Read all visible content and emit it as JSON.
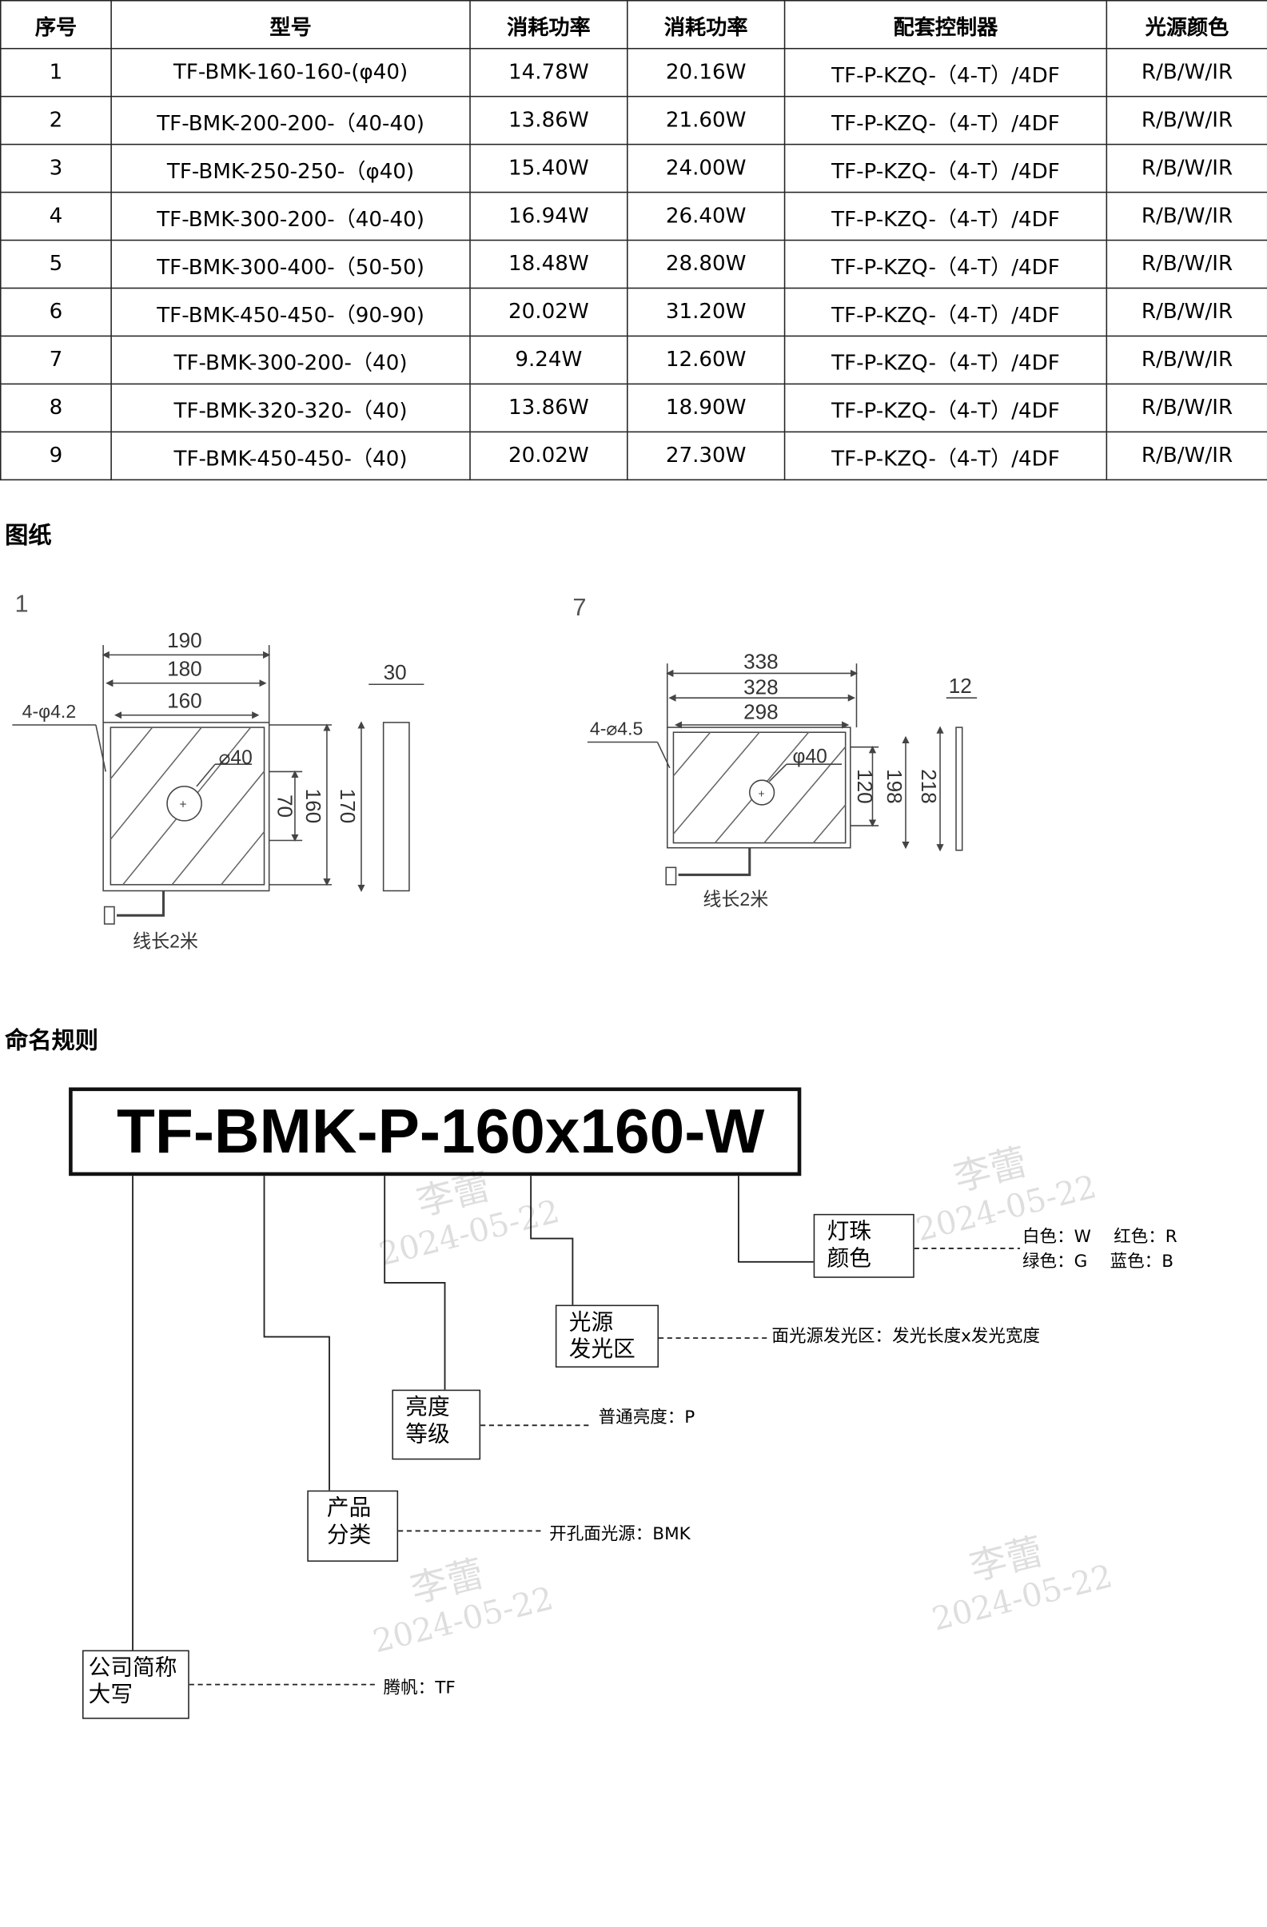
{
  "table": {
    "headers": [
      "序号",
      "型号",
      "消耗功率",
      "消耗功率",
      "配套控制器",
      "光源颜色"
    ],
    "rows": [
      [
        "1",
        "TF-BMK-160-160-(φ40)",
        "14.78W",
        "20.16W",
        "TF-P-KZQ-（4-T）/4DF",
        "R/B/W/IR"
      ],
      [
        "2",
        "TF-BMK-200-200-（40-40)",
        "13.86W",
        "21.60W",
        "TF-P-KZQ-（4-T）/4DF",
        "R/B/W/IR"
      ],
      [
        "3",
        "TF-BMK-250-250-（φ40)",
        "15.40W",
        "24.00W",
        "TF-P-KZQ-（4-T）/4DF",
        "R/B/W/IR"
      ],
      [
        "4",
        "TF-BMK-300-200-（40-40)",
        "16.94W",
        "26.40W",
        "TF-P-KZQ-（4-T）/4DF",
        "R/B/W/IR"
      ],
      [
        "5",
        "TF-BMK-300-400-（50-50)",
        "18.48W",
        "28.80W",
        "TF-P-KZQ-（4-T）/4DF",
        "R/B/W/IR"
      ],
      [
        "6",
        "TF-BMK-450-450-（90-90)",
        "20.02W",
        "31.20W",
        "TF-P-KZQ-（4-T）/4DF",
        "R/B/W/IR"
      ],
      [
        "7",
        "TF-BMK-300-200-（40)",
        "9.24W",
        "12.60W",
        "TF-P-KZQ-（4-T）/4DF",
        "R/B/W/IR"
      ],
      [
        "8",
        "TF-BMK-320-320-（40)",
        "13.86W",
        "18.90W",
        "TF-P-KZQ-（4-T）/4DF",
        "R/B/W/IR"
      ],
      [
        "9",
        "TF-BMK-450-450-（40)",
        "20.02W",
        "27.30W",
        "TF-P-KZQ-（4-T）/4DF",
        "R/B/W/IR"
      ]
    ]
  },
  "drawings": {
    "title": "图纸",
    "d1": {
      "label": "1",
      "w_outer": "190",
      "w_mid": "180",
      "w_inner": "160",
      "holes": "4-φ4.2",
      "circle": "⌀40",
      "h_inner": "70",
      "h_mid": "160",
      "h_outer": "170",
      "depth": "30",
      "cable": "线长2米"
    },
    "d7": {
      "label": "7",
      "w_outer": "338",
      "w_mid": "328",
      "w_inner": "298",
      "holes": "4-⌀4.5",
      "circle": "φ40",
      "h_inner": "120",
      "h_mid": "198",
      "h_outer": "218",
      "depth": "12",
      "cable": "线长2米"
    }
  },
  "naming": {
    "title": "命名规则",
    "code": "TF-BMK-P-160x160-W",
    "boxes": {
      "color": [
        "灯珠",
        "颜色"
      ],
      "area": [
        "光源",
        "发光区"
      ],
      "brightness": [
        "亮度",
        "等级"
      ],
      "category": [
        "产品",
        "分类"
      ],
      "company": [
        "公司简称",
        "大写"
      ]
    },
    "notes": {
      "color_line1": "白色：W　 红色：R",
      "color_line2": "绿色：G　 蓝色：B",
      "area": "面光源发光区：发光长度x发光宽度",
      "brightness": "普通亮度：P",
      "category": "开孔面光源：BMK",
      "company": "腾帆：TF"
    }
  },
  "watermark": {
    "name": "李蕾",
    "date": "2024-05-22"
  }
}
